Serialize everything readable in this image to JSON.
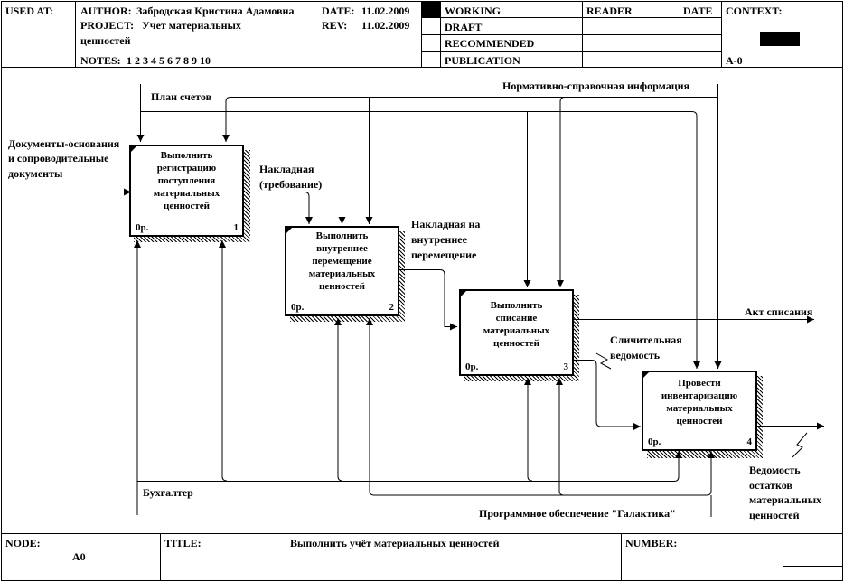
{
  "header": {
    "used_at": "USED AT:",
    "author_label": "AUTHOR:",
    "author": "Забродская Кристина Адамовна",
    "project_label": "PROJECT:",
    "project_line1": "Учет материальных",
    "project_line2": "ценностей",
    "date_label": "DATE:",
    "date": "11.02.2009",
    "rev_label": "REV:",
    "rev": "11.02.2009",
    "notes_label": "NOTES:",
    "notes": "1 2 3 4 5 6 7 8 9 10",
    "status": [
      "WORKING",
      "DRAFT",
      "RECOMMENDED",
      "PUBLICATION"
    ],
    "reader": "READER",
    "date_col": "DATE",
    "context": "CONTEXT:",
    "context_node": "A-0"
  },
  "boxes": [
    {
      "title": "Выполнить регистрацию поступления материальных ценностей",
      "cost": "0р.",
      "number": "1"
    },
    {
      "title": "Выполнить внутреннее перемещение материальных ценностей",
      "cost": "0р.",
      "number": "2"
    },
    {
      "title": "Выполнить списание материальных ценностей",
      "cost": "0р.",
      "number": "3"
    },
    {
      "title": "Провести инвентаризацию материальных ценностей",
      "cost": "0р.",
      "number": "4"
    }
  ],
  "arrows": {
    "plan": "План счетов",
    "normative": "Нормативно-справочная информация",
    "docs_l1": "Документы-основания",
    "docs_l2": "и сопроводительные",
    "docs_l3": "документы",
    "invoice_l1": "Накладная",
    "invoice_l2": "(требование)",
    "internal_l1": "Накладная на",
    "internal_l2": "внутреннее",
    "internal_l3": "перемещение",
    "writeoff": "Акт списания",
    "collation_l1": "Сличительная",
    "collation_l2": "ведомость",
    "balance_l1": "Ведомость",
    "balance_l2": "остатков",
    "balance_l3": "материальных",
    "balance_l4": "ценностей",
    "accountant": "Бухгалтер",
    "software": "Программное обеспечение \"Галактика\""
  },
  "footer": {
    "node_label": "NODE:",
    "node": "A0",
    "title_label": "TITLE:",
    "title": "Выполнить учёт материальных ценностей",
    "number_label": "NUMBER:"
  }
}
